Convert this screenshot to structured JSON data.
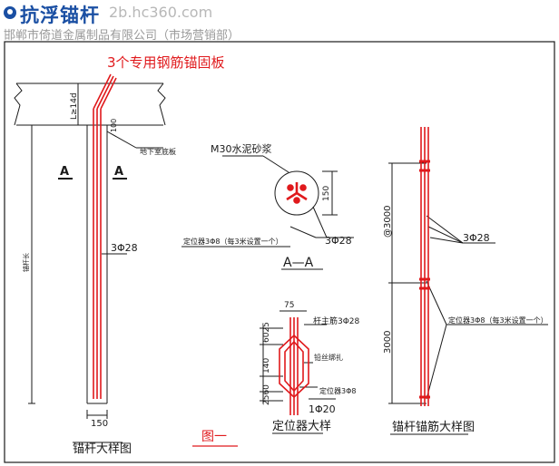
{
  "header": {
    "title": "抗浮锚杆",
    "url": "2b.hc360.com",
    "company": "邯郸市倚道金属制品有限公司（市场营销部）"
  },
  "colors": {
    "red": "#e0191c",
    "line": "#1a1a1a",
    "brand": "#1a4fa3"
  },
  "drawing": {
    "top_callout": "3个专用钢筋锚固板",
    "dim_l": "L≥14d",
    "dim_100": "100",
    "floor_label": "地下室底板",
    "section_mark_left": "A",
    "section_mark_right": "A",
    "bar_label": "3Φ28",
    "dim_side": "锚杆长",
    "dim_150_bottom": "150",
    "caption_left": "锚杆大样图",
    "mortar": "M30水泥砂浆",
    "dim_150_section": "150",
    "bar_label_section": "3Φ28",
    "spacer_note": "定位器3Φ8（每3米设置一个）",
    "section_caption": "A—A",
    "dim_75": "75",
    "dim_6025": "6025",
    "dim_140": "140",
    "dim_2560": "2560",
    "main_bar": "杆主筋3Φ28",
    "steel_wire": "铅丝绑扎",
    "spacer_bar": "定位器3Φ8",
    "ring_bar": "1Φ20",
    "spacer_caption": "定位器大样",
    "figure_label": "图一",
    "dim_3000_top": "@3000",
    "bar_label_right": "3Φ28",
    "spacer_note_right": "定位器3Φ8（每3米设置一个）",
    "dim_3000_bottom": "3000",
    "caption_right": "锚杆锚筋大样图"
  }
}
